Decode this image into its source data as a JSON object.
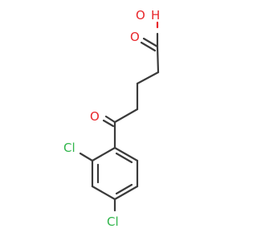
{
  "molecule": {
    "atoms": {
      "hydroxyl_oxygen": "O",
      "hydroxyl_hydrogen": "H",
      "carboxyl_oxygen": "O",
      "ketone_oxygen": "O",
      "chlorine_ortho": "Cl",
      "chlorine_para": "Cl"
    },
    "colors": {
      "bond": "#3a3a3a",
      "oxygen": "#e8262a",
      "chlorine": "#2fb54a",
      "background": "#ffffff"
    }
  }
}
